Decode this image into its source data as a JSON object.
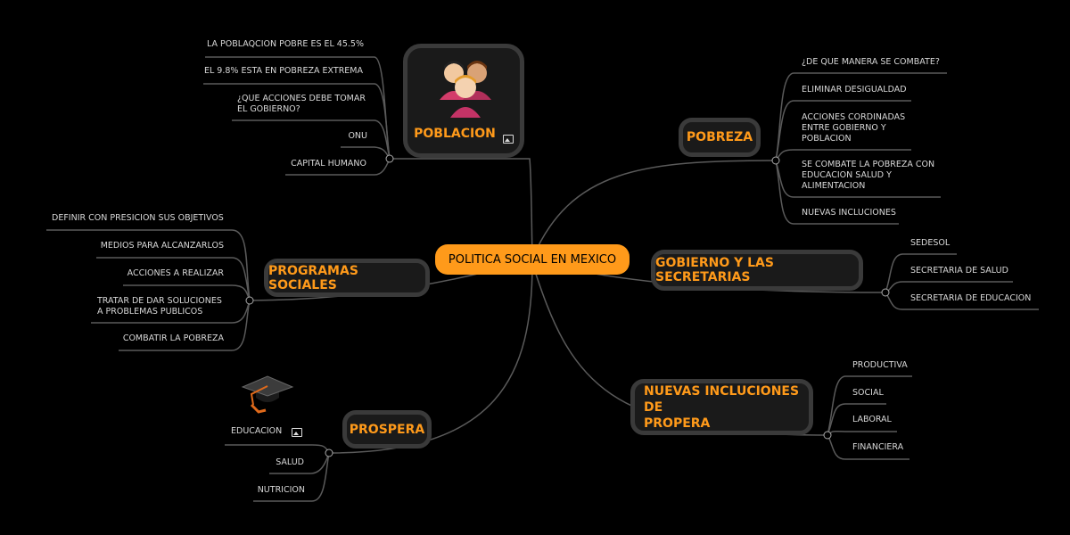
{
  "center": {
    "label": "POLITICA SOCIAL EN MEXICO"
  },
  "poblacion": {
    "label": "POBLACION",
    "icon": "people-icon",
    "leaves": [
      "LA POBLAQCION POBRE ES EL 45.5%",
      "EL 9.8% ESTA EN POBREZA EXTREMA",
      "¿QUE ACCIONES DEBE TOMAR\nEL GOBIERNO?",
      "ONU",
      "CAPITAL HUMANO"
    ]
  },
  "programas": {
    "label": "PROGRAMAS SOCIALES",
    "leaves": [
      "DEFINIR CON PRESICION SUS OBJETIVOS",
      "MEDIOS PARA ALCANZARLOS",
      "ACCIONES A REALIZAR",
      "TRATAR DE DAR SOLUCIONES\nA PROBLEMAS PUBLICOS",
      "COMBATIR LA POBREZA"
    ]
  },
  "prospera": {
    "label": "PROSPERA",
    "icon": "graduation-cap-icon",
    "leaves": [
      "EDUCACION",
      "SALUD",
      "NUTRICION"
    ]
  },
  "pobreza": {
    "label": "POBREZA",
    "leaves": [
      "¿DE QUE MANERA SE COMBATE?",
      "ELIMINAR DESIGUALDAD",
      "ACCIONES CORDINADAS\nENTRE GOBIERNO Y\nPOBLACION",
      "SE COMBATE LA POBREZA CON\nEDUCACION SALUD Y\nALIMENTACION",
      "NUEVAS INCLUCIONES"
    ]
  },
  "gobierno": {
    "label": "GOBIERNO Y LAS SECRETARIAS",
    "leaves": [
      "SEDESOL",
      "SECRETARIA DE SALUD",
      "SECRETARIA DE EDUCACION"
    ]
  },
  "nuevas": {
    "label": "NUEVAS INCLUCIONES DE\nPROPERA",
    "leaves": [
      "PRODUCTIVA",
      "SOCIAL",
      "LABORAL",
      "FINANCIERA"
    ]
  },
  "colors": {
    "accent": "#ff9a1a",
    "border": "#3a3a3a",
    "line": "#5a5a5a"
  }
}
